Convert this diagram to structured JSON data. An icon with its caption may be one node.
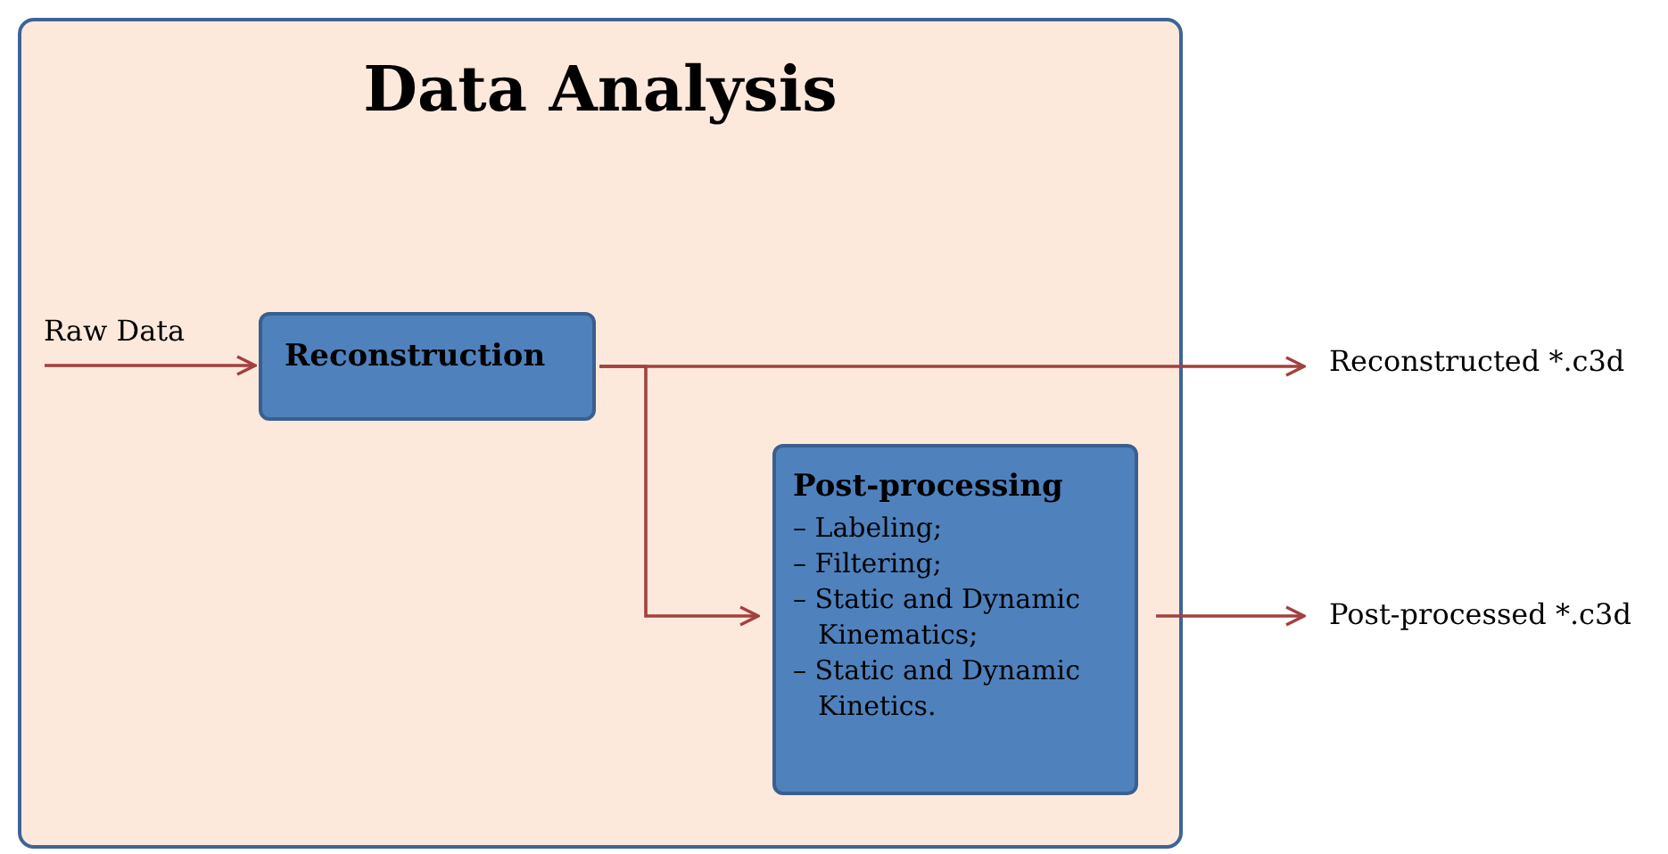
{
  "diagram": {
    "nodes": [
      {
        "text": [
          "Data Analysis"
        ]
      },
      {
        "text": [
          "Raw Data"
        ],
        "in": 0
      },
      {
        "text": [
          "Reconstruction"
        ],
        "in": 0
      },
      {
        "text": [
          "Post-processing",
          "– Labeling;",
          "– Filtering;",
          "– Static and Dynamic Kinematics;",
          "– Static and Dynamic Kinetics."
        ],
        "in": 0
      },
      {
        "text": [
          "Reconstructed *.c3d"
        ]
      },
      {
        "text": [
          "Post-processed *.c3d"
        ]
      }
    ],
    "edges": [
      {
        "from": 1,
        "to": 2,
        "arrow": "to"
      },
      {
        "from": 2,
        "to": 4,
        "arrow": "to"
      },
      {
        "from": 2,
        "to": 3,
        "arrow": "to"
      },
      {
        "from": 3,
        "to": 5,
        "arrow": "to"
      }
    ]
  }
}
